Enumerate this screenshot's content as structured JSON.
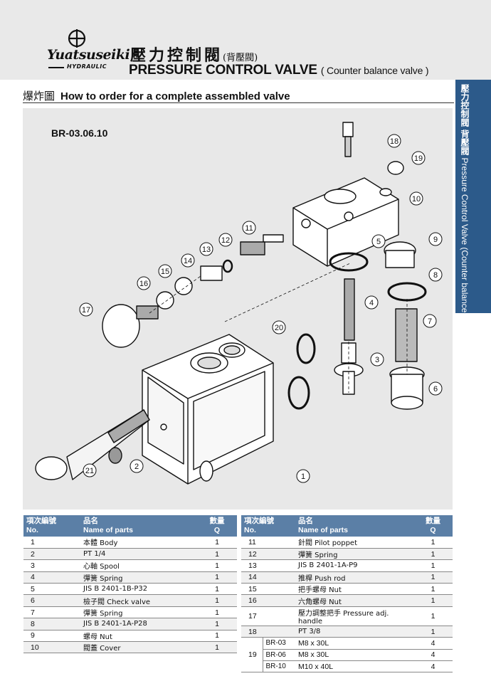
{
  "brand": {
    "name": "Yuatsuseiki",
    "sub": "HYDRAULIC"
  },
  "title": {
    "cn": "壓力控制閥",
    "cn_sub": "(背壓閥)",
    "en": "PRESSURE CONTROL VALVE",
    "en_sub": "( Counter balance valve )"
  },
  "section": {
    "cn": "爆炸圖",
    "en": "How to order for a complete assembled valve"
  },
  "side_tab": {
    "cn": "壓力控制閥  背壓閥",
    "en": "Pressure Control Valve (Counter balance valve)"
  },
  "model_code": "BR-03.06.10",
  "callouts": [
    "1",
    "2",
    "3",
    "4",
    "5",
    "6",
    "7",
    "8",
    "9",
    "10",
    "11",
    "12",
    "13",
    "14",
    "15",
    "16",
    "17",
    "18",
    "19",
    "20",
    "21"
  ],
  "table_headers": {
    "no_cn": "項次編號",
    "no_en": "No.",
    "name_cn": "品名",
    "name_en": "Name of parts",
    "q_cn": "數量",
    "q_en": "Q"
  },
  "left_rows": [
    {
      "no": "1",
      "name": "本體 Body",
      "q": "1"
    },
    {
      "no": "2",
      "name": "PT 1/4",
      "q": "1"
    },
    {
      "no": "3",
      "name": "心軸 Spool",
      "q": "1"
    },
    {
      "no": "4",
      "name": "彈簧 Spring",
      "q": "1"
    },
    {
      "no": "5",
      "name": "JIS B 2401-1B-P32",
      "q": "1"
    },
    {
      "no": "6",
      "name": "檢子閥 Check valve",
      "q": "1"
    },
    {
      "no": "7",
      "name": "彈簧 Spring",
      "q": "1"
    },
    {
      "no": "8",
      "name": "JIS B 2401-1A-P28",
      "q": "1"
    },
    {
      "no": "9",
      "name": "螺母 Nut",
      "q": "1"
    },
    {
      "no": "10",
      "name": "閥蓋 Cover",
      "q": "1"
    }
  ],
  "right_rows": [
    {
      "no": "11",
      "name": "針閥 Pilot poppet",
      "q": "1"
    },
    {
      "no": "12",
      "name": "彈簧 Spring",
      "q": "1"
    },
    {
      "no": "13",
      "name": "JIS B 2401-1A-P9",
      "q": "1"
    },
    {
      "no": "14",
      "name": "推桿 Push rod",
      "q": "1"
    },
    {
      "no": "15",
      "name": "把手螺母 Nut",
      "q": "1"
    },
    {
      "no": "16",
      "name": "六角螺母 Nut",
      "q": "1"
    },
    {
      "no": "17",
      "name": "壓力調整把手 Pressure adj. handle",
      "q": "1"
    },
    {
      "no": "18",
      "name": "PT 3/8",
      "q": "1"
    }
  ],
  "row19": {
    "no": "19",
    "subs": [
      {
        "code": "BR-03",
        "name": "M8 x 30L",
        "q": "4"
      },
      {
        "code": "BR-06",
        "name": "M8 x 30L",
        "q": "4"
      },
      {
        "code": "BR-10",
        "name": "M10 x 40L",
        "q": "4"
      }
    ]
  },
  "colors": {
    "accent": "#2c5a8a",
    "table_header": "#5b7fa6",
    "diagram_bg": "#e8e8e8"
  }
}
